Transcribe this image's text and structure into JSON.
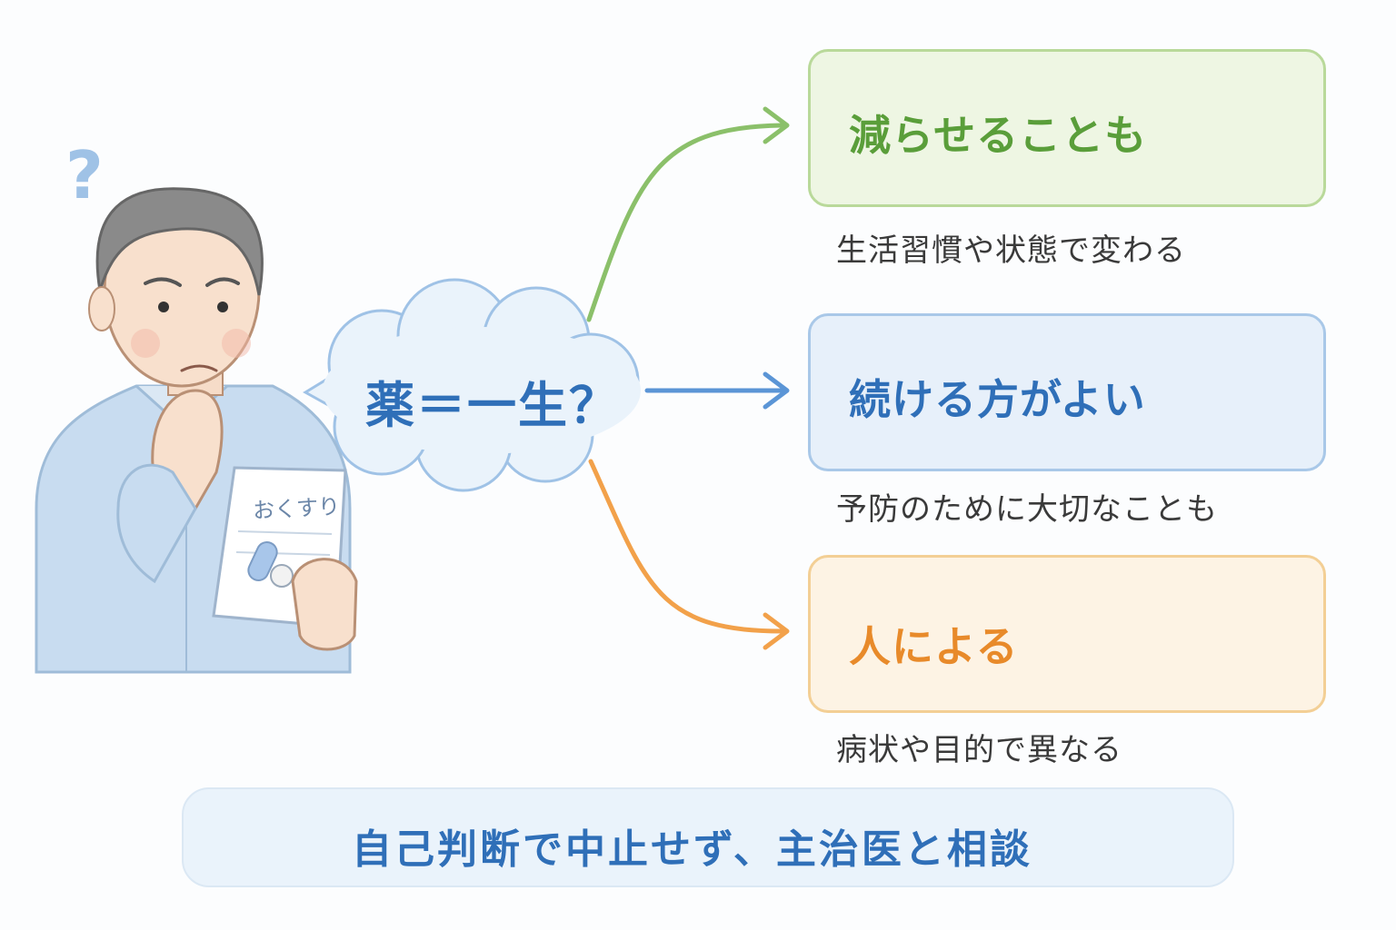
{
  "cloud": {
    "text": "薬＝一生？"
  },
  "bag": {
    "label": "おくすり"
  },
  "cards": [
    {
      "title": "減らせることも",
      "caption": "生活習慣や状態で変わる",
      "icon": "pill-down-arrow-icon",
      "color": "#5a9e3a"
    },
    {
      "title": "続ける方がよい",
      "caption": "予防のために大切なことも",
      "icon": "calendar-clock-icon",
      "color": "#2f6fb8"
    },
    {
      "title": "人による",
      "caption": "病状や目的で異なる",
      "icon": "doctor-patient-icon",
      "color": "#e88a2a"
    }
  ],
  "footer": {
    "text": "自己判断で中止せず、主治医と相談"
  },
  "colors": {
    "green": "#5a9e3a",
    "blue": "#2f6fb8",
    "orange": "#e88a2a",
    "footer_bg": "#eaf3fb"
  }
}
